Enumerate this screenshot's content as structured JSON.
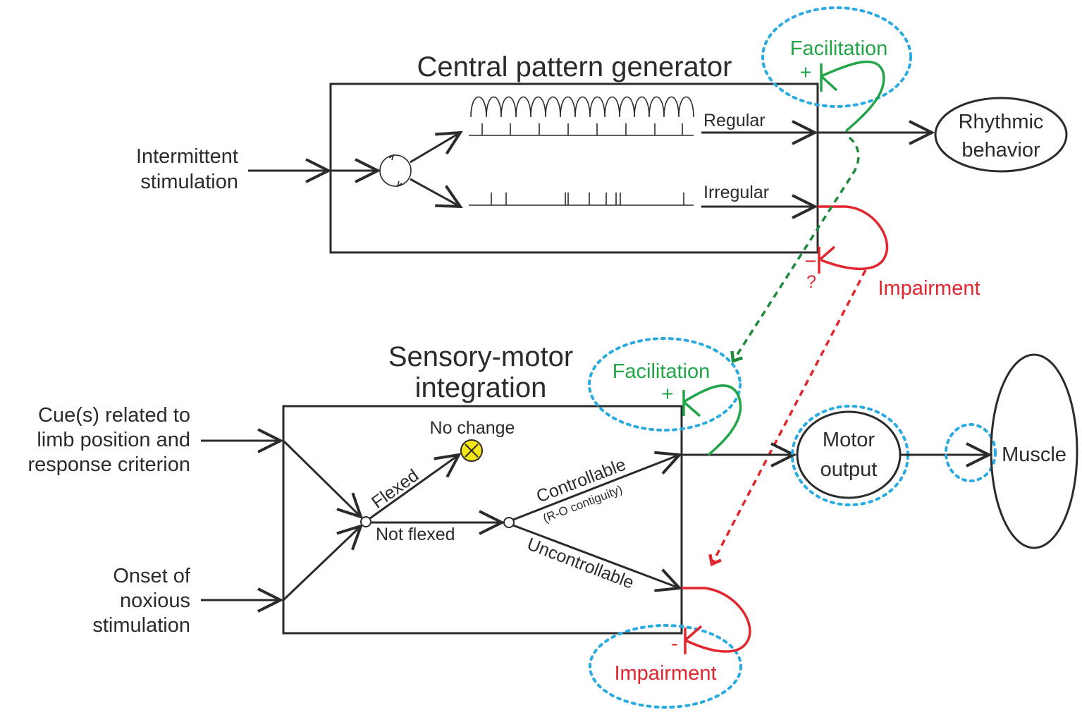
{
  "colors": {
    "ink": "#2b2b2b",
    "facilitation": "#22a548",
    "impairment": "#e0262e",
    "highlight_ring": "#29abe2",
    "no_change_marker": "#f5e619"
  },
  "cpg": {
    "title": "Central pattern generator",
    "input_label_line1": "Intermittent",
    "input_label_line2": "stimulation",
    "regular_label": "Regular",
    "irregular_label": "Irregular"
  },
  "rhythmic": {
    "line1": "Rhythmic",
    "line2": "behavior"
  },
  "cpg_feedback": {
    "facilitation_label": "Facilitation",
    "plus_sign": "+",
    "impairment_label": "Impairment",
    "minus_sign": "−",
    "question_mark": "?"
  },
  "smi": {
    "title_line1": "Sensory-motor",
    "title_line2": "integration",
    "cue_line1": "Cue(s) related to",
    "cue_line2": "limb position and",
    "cue_line3": "response criterion",
    "onset_line1": "Onset of",
    "onset_line2": "noxious",
    "onset_line3": "stimulation",
    "no_change": "No change",
    "flexed": "Flexed",
    "not_flexed": "Not flexed",
    "controllable": "Controllable",
    "contiguity": "(R-O contiguity)",
    "uncontrollable": "Uncontrollable"
  },
  "smi_feedback": {
    "facilitation_label": "Facilitation",
    "plus_sign": "+",
    "impairment_label": "Impairment",
    "minus_sign": "-"
  },
  "motor": {
    "line1": "Motor",
    "line2": "output"
  },
  "muscle": {
    "label": "Muscle"
  }
}
